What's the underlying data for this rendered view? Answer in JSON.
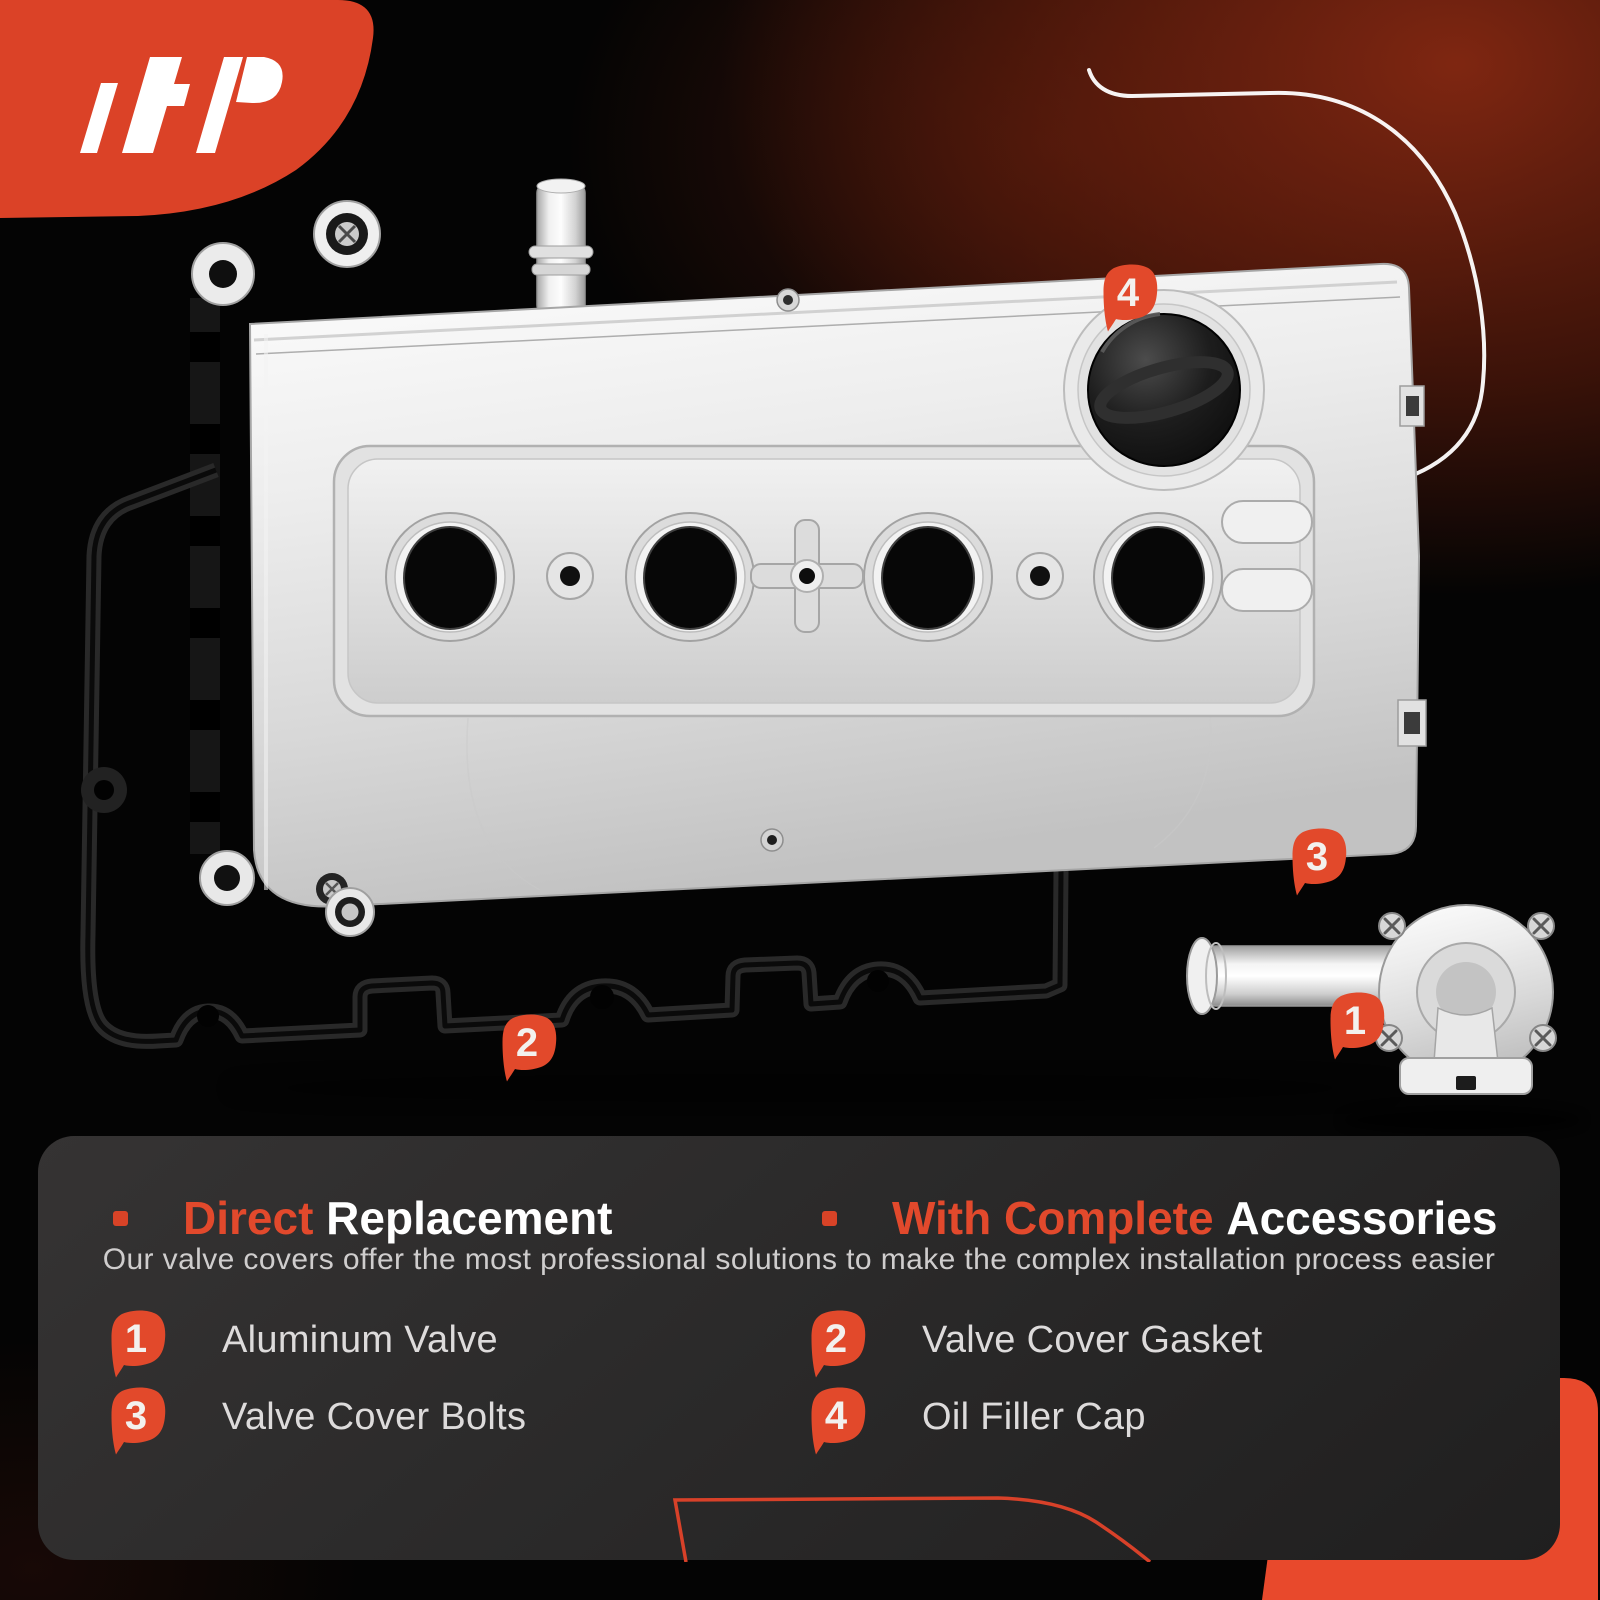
{
  "brand": {
    "mark": "AP"
  },
  "hero": {
    "callouts": [
      {
        "num": "1"
      },
      {
        "num": "2"
      },
      {
        "num": "3"
      },
      {
        "num": "4"
      }
    ]
  },
  "panel": {
    "sections": [
      {
        "accent": "Direct",
        "rest": "Replacement"
      },
      {
        "accent": "With Complete",
        "rest": "Accessories"
      }
    ],
    "subtitle": "Our valve covers offer the most professional solutions to make the complex  installation process easier",
    "items": [
      {
        "num": "1",
        "label": "Aluminum Valve"
      },
      {
        "num": "2",
        "label": "Valve Cover Gasket"
      },
      {
        "num": "3",
        "label": "Valve Cover Bolts"
      },
      {
        "num": "4",
        "label": "Oil Filler Cap"
      }
    ]
  },
  "colors": {
    "accent": "#e2492c",
    "corner_band": "#e8492c",
    "logo_red": "#db4227",
    "maroon_glow": "#5a1d0f",
    "panel_bg": "#2a2929"
  }
}
